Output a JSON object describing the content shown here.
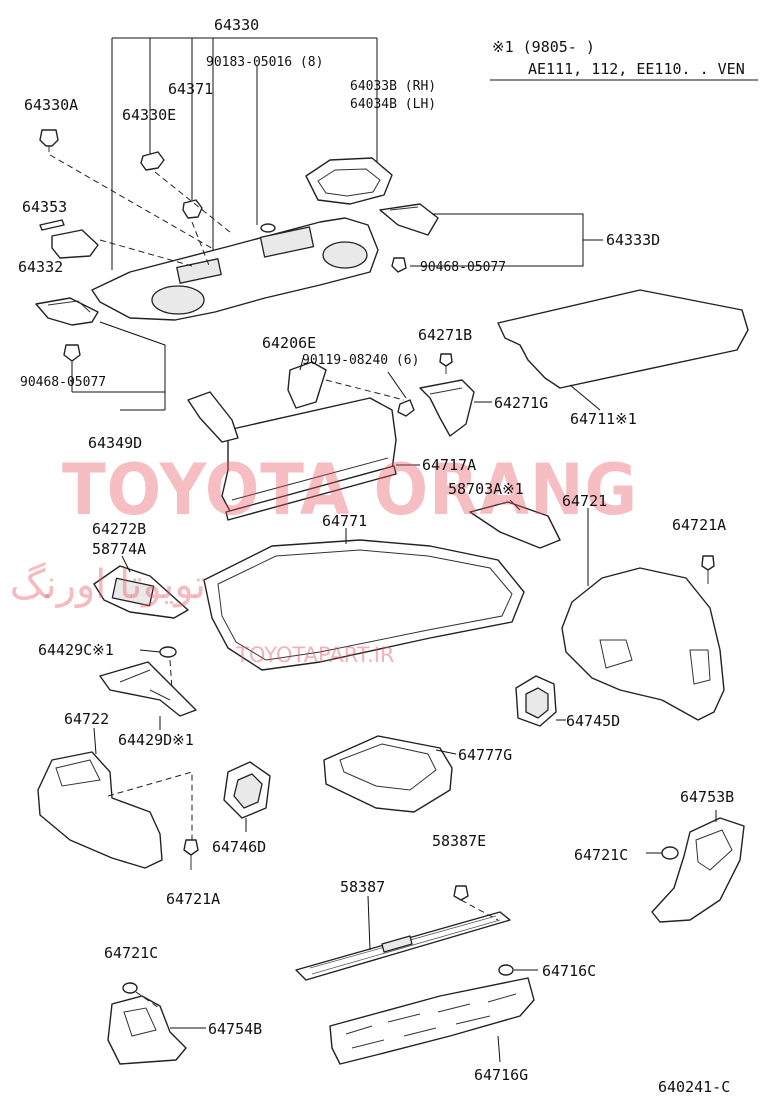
{
  "note": {
    "line1": "※1 (9805-       )",
    "line2": "AE111, 112, EE110. . VEN"
  },
  "watermark": {
    "brand": "TOYOTA ORANG",
    "persian": "تویوتا اورنگ",
    "url": "TOYOTAPART.IR"
  },
  "parts": {
    "p64330": "64330",
    "p64330A": "64330A",
    "p64330E": "64330E",
    "p64371": "64371",
    "p90183": "90183-05016 (8)",
    "p64033B": "64033B (RH)",
    "p64034B": "64034B (LH)",
    "p64353": "64353",
    "p64332": "64332",
    "p64333D": "64333D",
    "p90468a": "90468-05077",
    "p90468b": "90468-05077",
    "p64349D": "64349D",
    "p64206E": "64206E",
    "p90119": "90119-08240 (6)",
    "p64271B": "64271B",
    "p64271G": "64271G",
    "p64711": "64711※1",
    "p64717A": "64717A",
    "p58703A": "58703A※1",
    "p64721": "64721",
    "p64272B": "64272B",
    "p58774A": "58774A",
    "p64771": "64771",
    "p64721A_r": "64721A",
    "p64429C": "64429C※1",
    "p64722": "64722",
    "p64429D": "64429D※1",
    "p64745D": "64745D",
    "p64777G": "64777G",
    "p64746D": "64746D",
    "p64721A_l": "64721A",
    "p64753B": "64753B",
    "p58387E": "58387E",
    "p64721C_r": "64721C",
    "p58387": "58387",
    "p64721C_l": "64721C",
    "p64716C": "64716C",
    "p64754B": "64754B",
    "p64716G": "64716G"
  },
  "figure_code": "640241-C"
}
